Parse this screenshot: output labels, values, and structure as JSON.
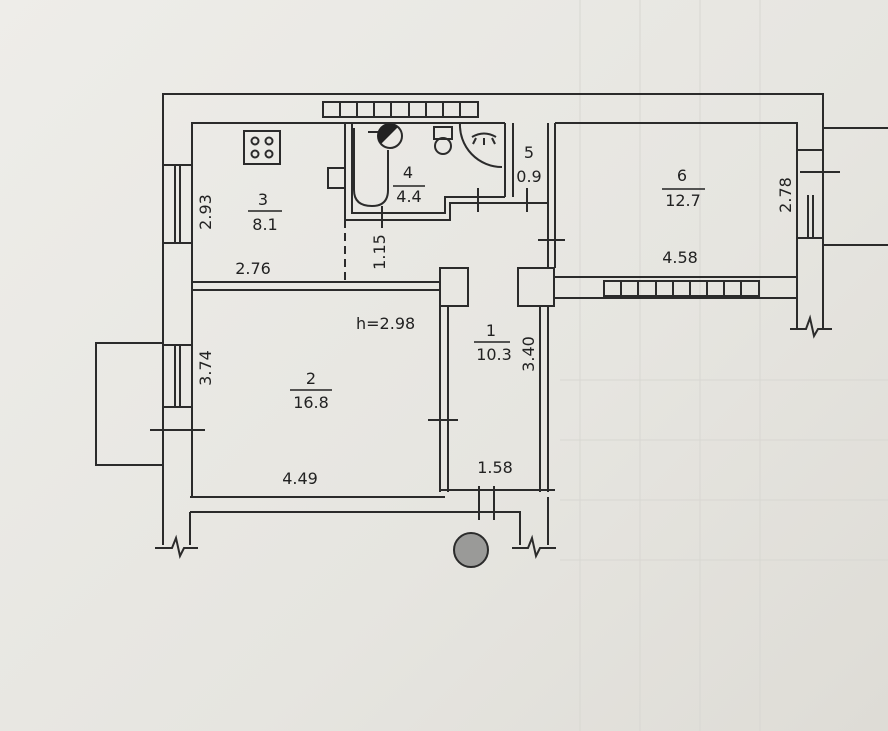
{
  "plan": {
    "ceiling_height": "h=2.98",
    "rooms": [
      {
        "number": "1",
        "area": "10.3"
      },
      {
        "number": "2",
        "area": "16.8"
      },
      {
        "number": "3",
        "area": "8.1"
      },
      {
        "number": "4",
        "area": "4.4"
      },
      {
        "number": "5",
        "area": "0.9"
      },
      {
        "number": "6",
        "area": "12.7"
      }
    ],
    "dimensions": {
      "room3_height": "2.93",
      "room3_width": "2.76",
      "passage_depth": "1.15",
      "room6_height": "2.78",
      "room6_width": "4.58",
      "room2_height": "3.74",
      "room2_width": "4.49",
      "hall_length": "3.40",
      "hall_width": "1.58"
    }
  }
}
